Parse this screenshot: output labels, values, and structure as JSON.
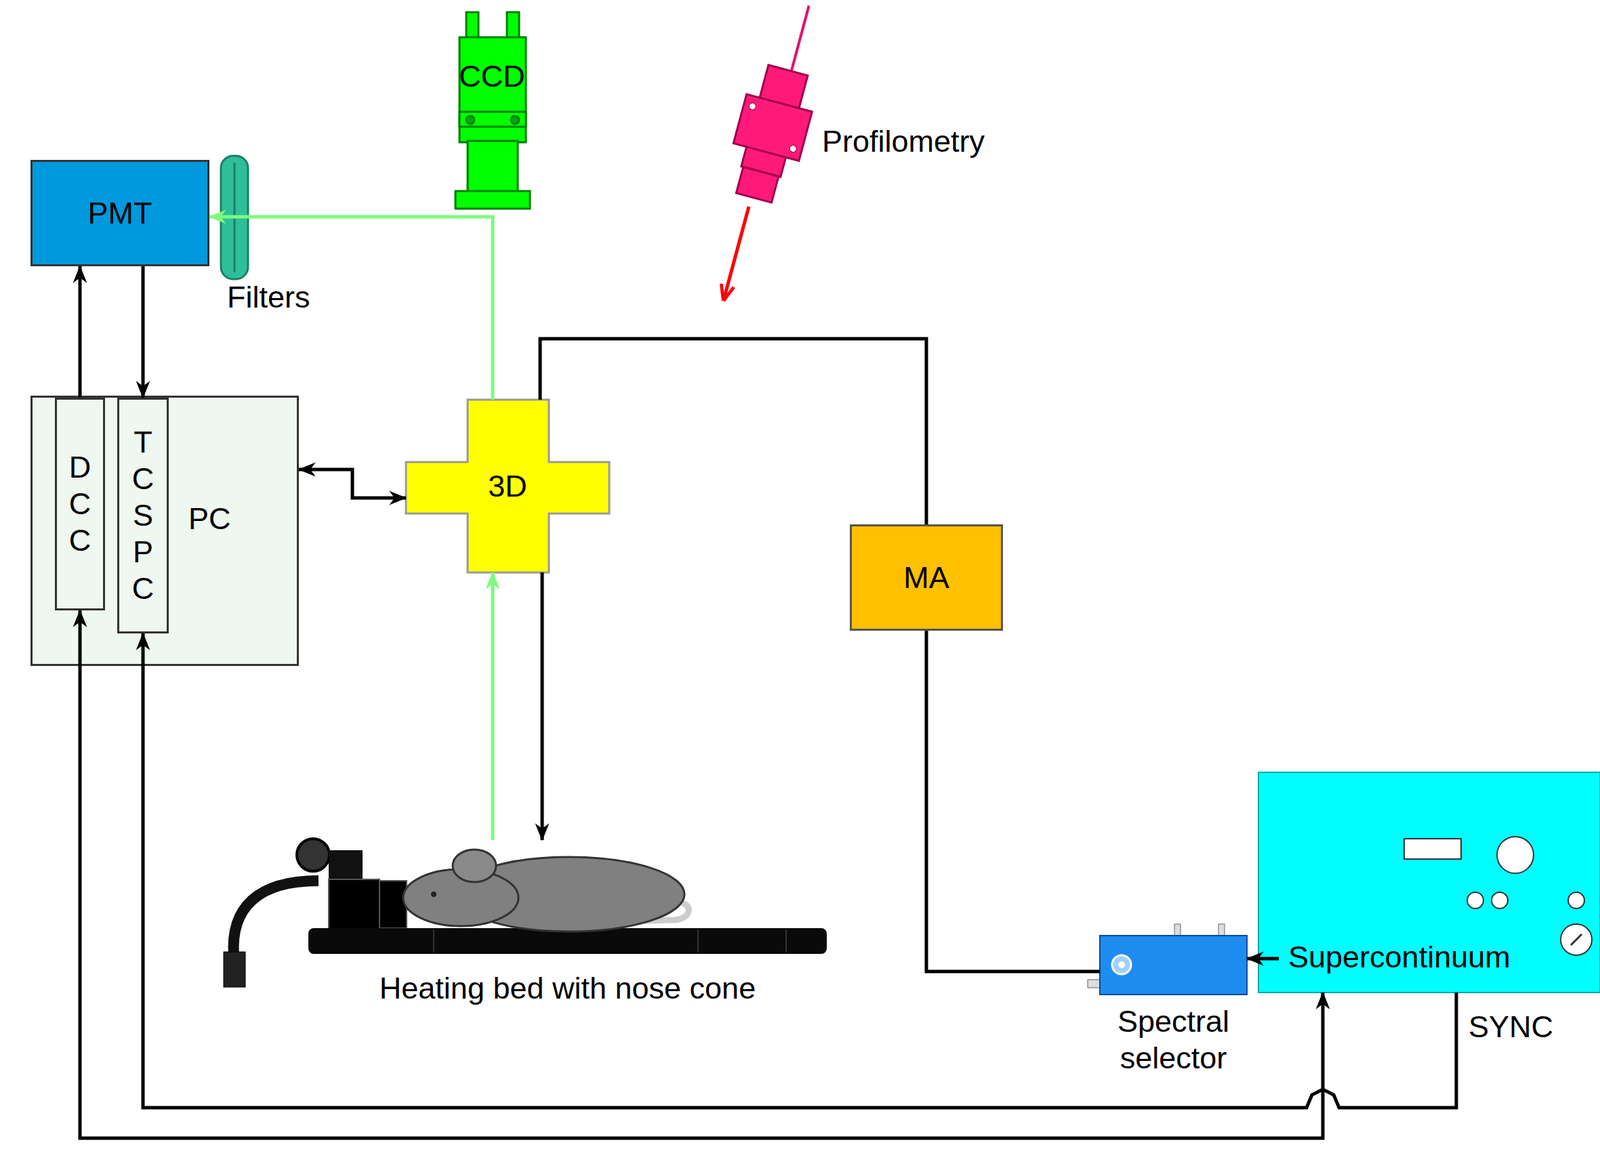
{
  "diagram": {
    "nodes": [
      {
        "text": [
          "PMT"
        ]
      },
      {
        "text": [
          "PC"
        ]
      },
      {
        "text": [
          "DCC"
        ],
        "in": 1
      },
      {
        "text": [
          "TCSPC"
        ],
        "in": 1
      },
      {
        "text": [
          "3D"
        ]
      },
      {
        "text": [
          "MA"
        ]
      },
      {
        "text": [
          "CCD"
        ]
      },
      {
        "text": [
          "Supercontinuum"
        ]
      },
      {
        "text": [
          "Spectral selector"
        ]
      },
      {
        "text": [
          "Profilometry"
        ]
      },
      {
        "text": [
          "Heating bed with nose cone"
        ]
      }
    ],
    "edges": [
      {
        "from": 2,
        "to": 0,
        "arrow": "to"
      },
      {
        "from": 0,
        "to": 3,
        "arrow": "to"
      },
      {
        "from": 1,
        "to": 4,
        "arrow": "both"
      },
      {
        "from": 4,
        "to": 0,
        "arrow": "to"
      },
      {
        "from": 10,
        "to": 4,
        "arrow": "to"
      },
      {
        "from": 4,
        "to": 10,
        "arrow": "to"
      },
      {
        "from": 4,
        "to": 5,
        "arrow": "none"
      },
      {
        "from": 5,
        "to": 8,
        "arrow": "none"
      },
      {
        "from": 7,
        "to": 8,
        "arrow": "to"
      },
      {
        "from": 2,
        "to": 7,
        "arrow": "both"
      },
      {
        "from": 7,
        "to": 3,
        "arrow": "to",
        "label": "SYNC"
      }
    ],
    "labels": [
      "Filters"
    ]
  }
}
